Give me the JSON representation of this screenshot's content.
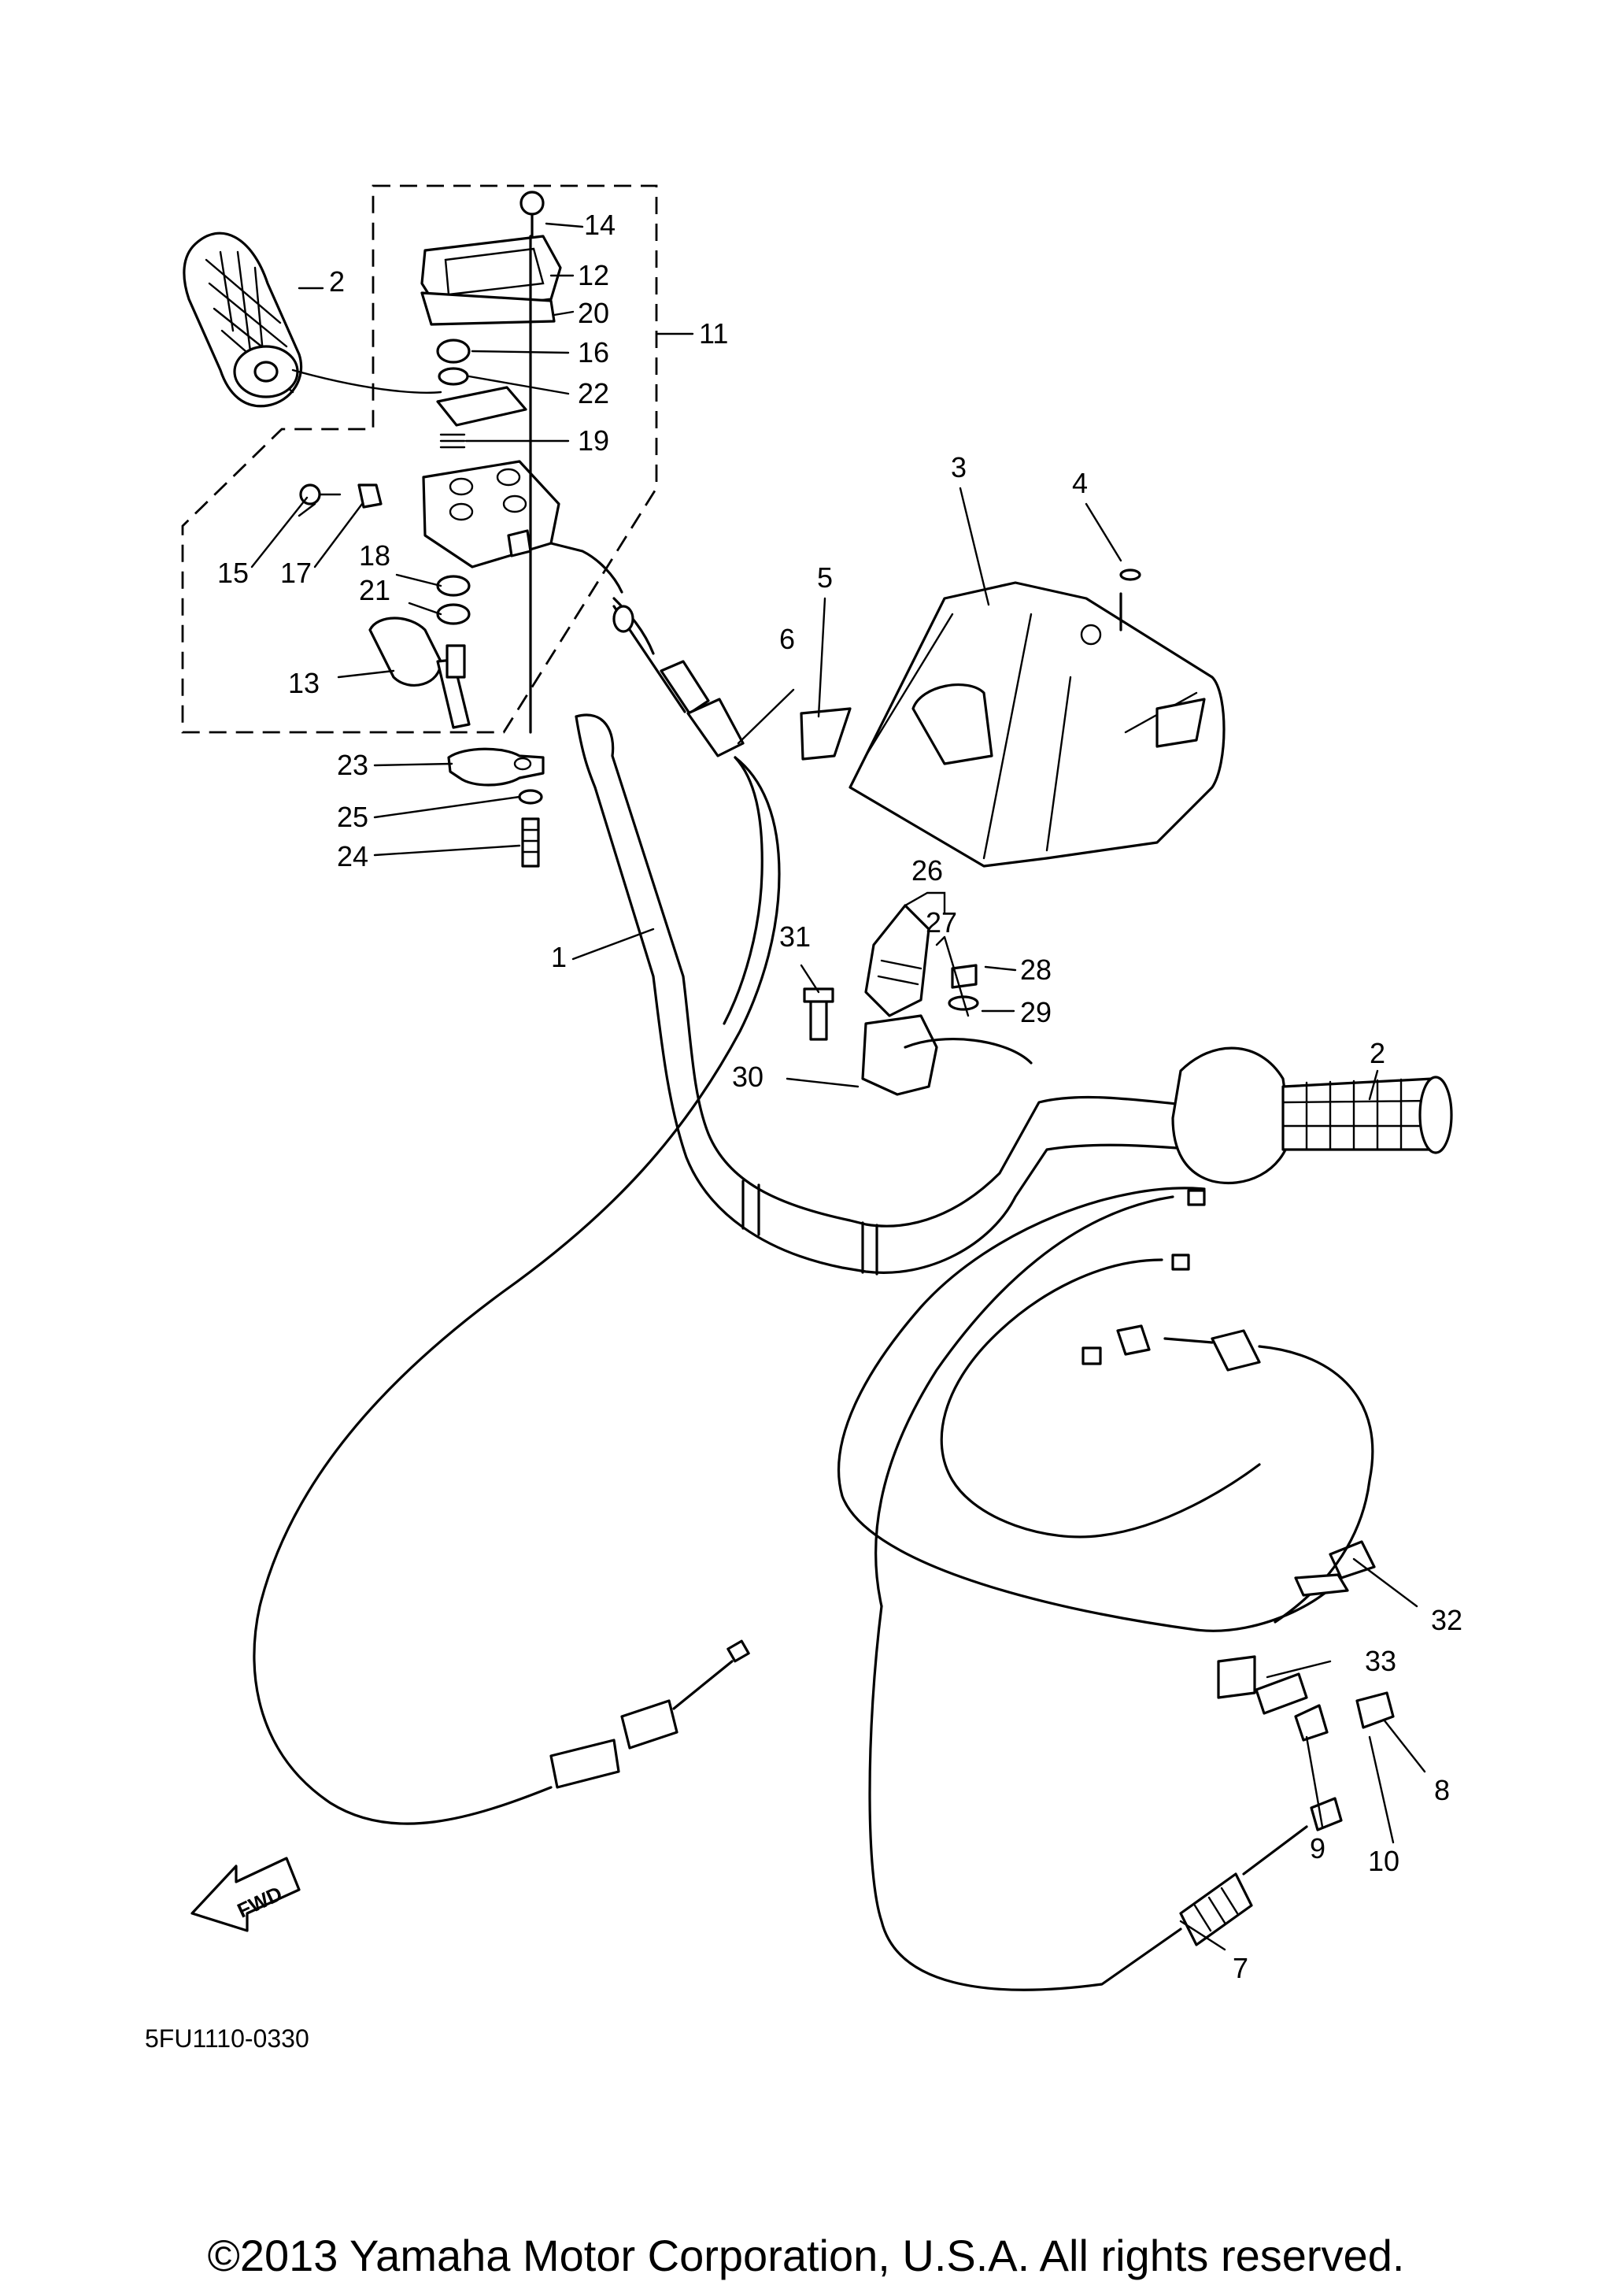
{
  "diagram_code": "5FU1110-0330",
  "fwd_label": "FWD",
  "copyright": "©2013 Yamaha Motor Corporation, U.S.A. All rights reserved.",
  "callouts": {
    "c1": "1",
    "c2a": "2",
    "c2b": "2",
    "c3": "3",
    "c4": "4",
    "c5": "5",
    "c6": "6",
    "c7": "7",
    "c8": "8",
    "c9": "9",
    "c10": "10",
    "c11": "11",
    "c12": "12",
    "c13": "13",
    "c14": "14",
    "c15": "15",
    "c16": "16",
    "c17": "17",
    "c18": "18",
    "c19": "19",
    "c20": "20",
    "c21": "21",
    "c22": "22",
    "c23": "23",
    "c24": "24",
    "c25": "25",
    "c26": "26",
    "c27": "27",
    "c28": "28",
    "c29": "29",
    "c30": "30",
    "c31": "31",
    "c32": "32",
    "c33": "33"
  }
}
